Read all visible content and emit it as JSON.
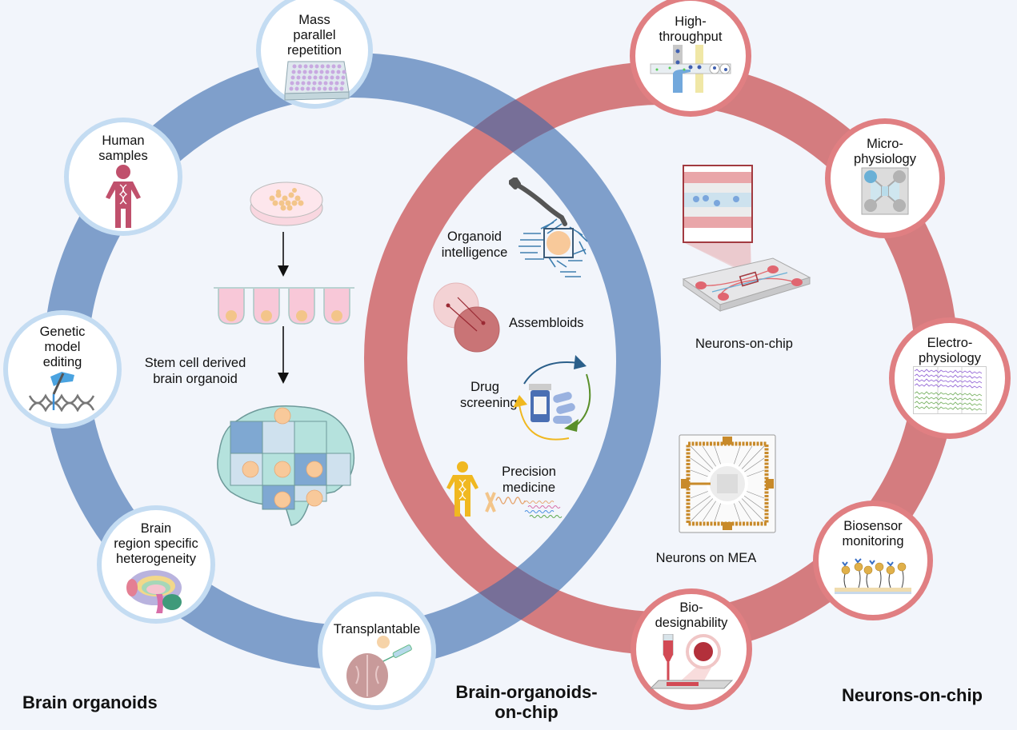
{
  "colors": {
    "background": "#f2f5fb",
    "brain_organoids_ring": "#7f9fcb",
    "neurons_on_chip_ring": "#d47c7f",
    "overlap": "#776f98",
    "blue_badge_border": "#c4dcf2",
    "red_badge_border": "#e07f82"
  },
  "sets": {
    "left": {
      "title": "Brain organoids"
    },
    "center": {
      "title": "Brain-organoids-\non-chip"
    },
    "right": {
      "title": "Neurons-on-chip"
    }
  },
  "left_badges": [
    {
      "label": "Mass\nparallel\nrepetition",
      "icon": "well-plate-icon"
    },
    {
      "label": "Human\nsamples",
      "icon": "human-dna-icon"
    },
    {
      "label": "Genetic\nmodel\nediting",
      "icon": "gene-editing-icon"
    },
    {
      "label": "Brain\nregion specific\nheterogeneity",
      "icon": "brain-regions-icon"
    },
    {
      "label": "Transplantable",
      "icon": "brain-injection-icon"
    }
  ],
  "right_badges": [
    {
      "label": "High-\nthroughput",
      "icon": "microfluidic-droplet-icon"
    },
    {
      "label": "Micro-\nphysiology",
      "icon": "microfluidic-chip-icon"
    },
    {
      "label": "Electro-\nphysiology",
      "icon": "eeg-traces-icon"
    },
    {
      "label": "Biosensor\nmonitoring",
      "icon": "biosensor-icon"
    },
    {
      "label": "Bio-\ndesignability",
      "icon": "bioprinter-icon"
    }
  ],
  "left_inner": {
    "caption": "Stem cell derived\nbrain organoid",
    "steps": [
      "petri-dish-icon",
      "u-bottom-wells-icon",
      "puzzle-brain-icon"
    ]
  },
  "center_items": [
    {
      "label": "Organoid\nintelligence",
      "icon": "circuit-brain-robot-arm-icon"
    },
    {
      "label": "Assembloids",
      "icon": "assembloid-icon"
    },
    {
      "label": "Drug\nscreening",
      "icon": "drug-cycle-icon"
    },
    {
      "label": "Precision\nmedicine",
      "icon": "person-chromosome-icon"
    }
  ],
  "right_inner": [
    {
      "label": "Neurons-on-chip",
      "icon": "organ-chip-icon"
    },
    {
      "label": "Neurons on MEA",
      "icon": "mea-icon"
    }
  ]
}
